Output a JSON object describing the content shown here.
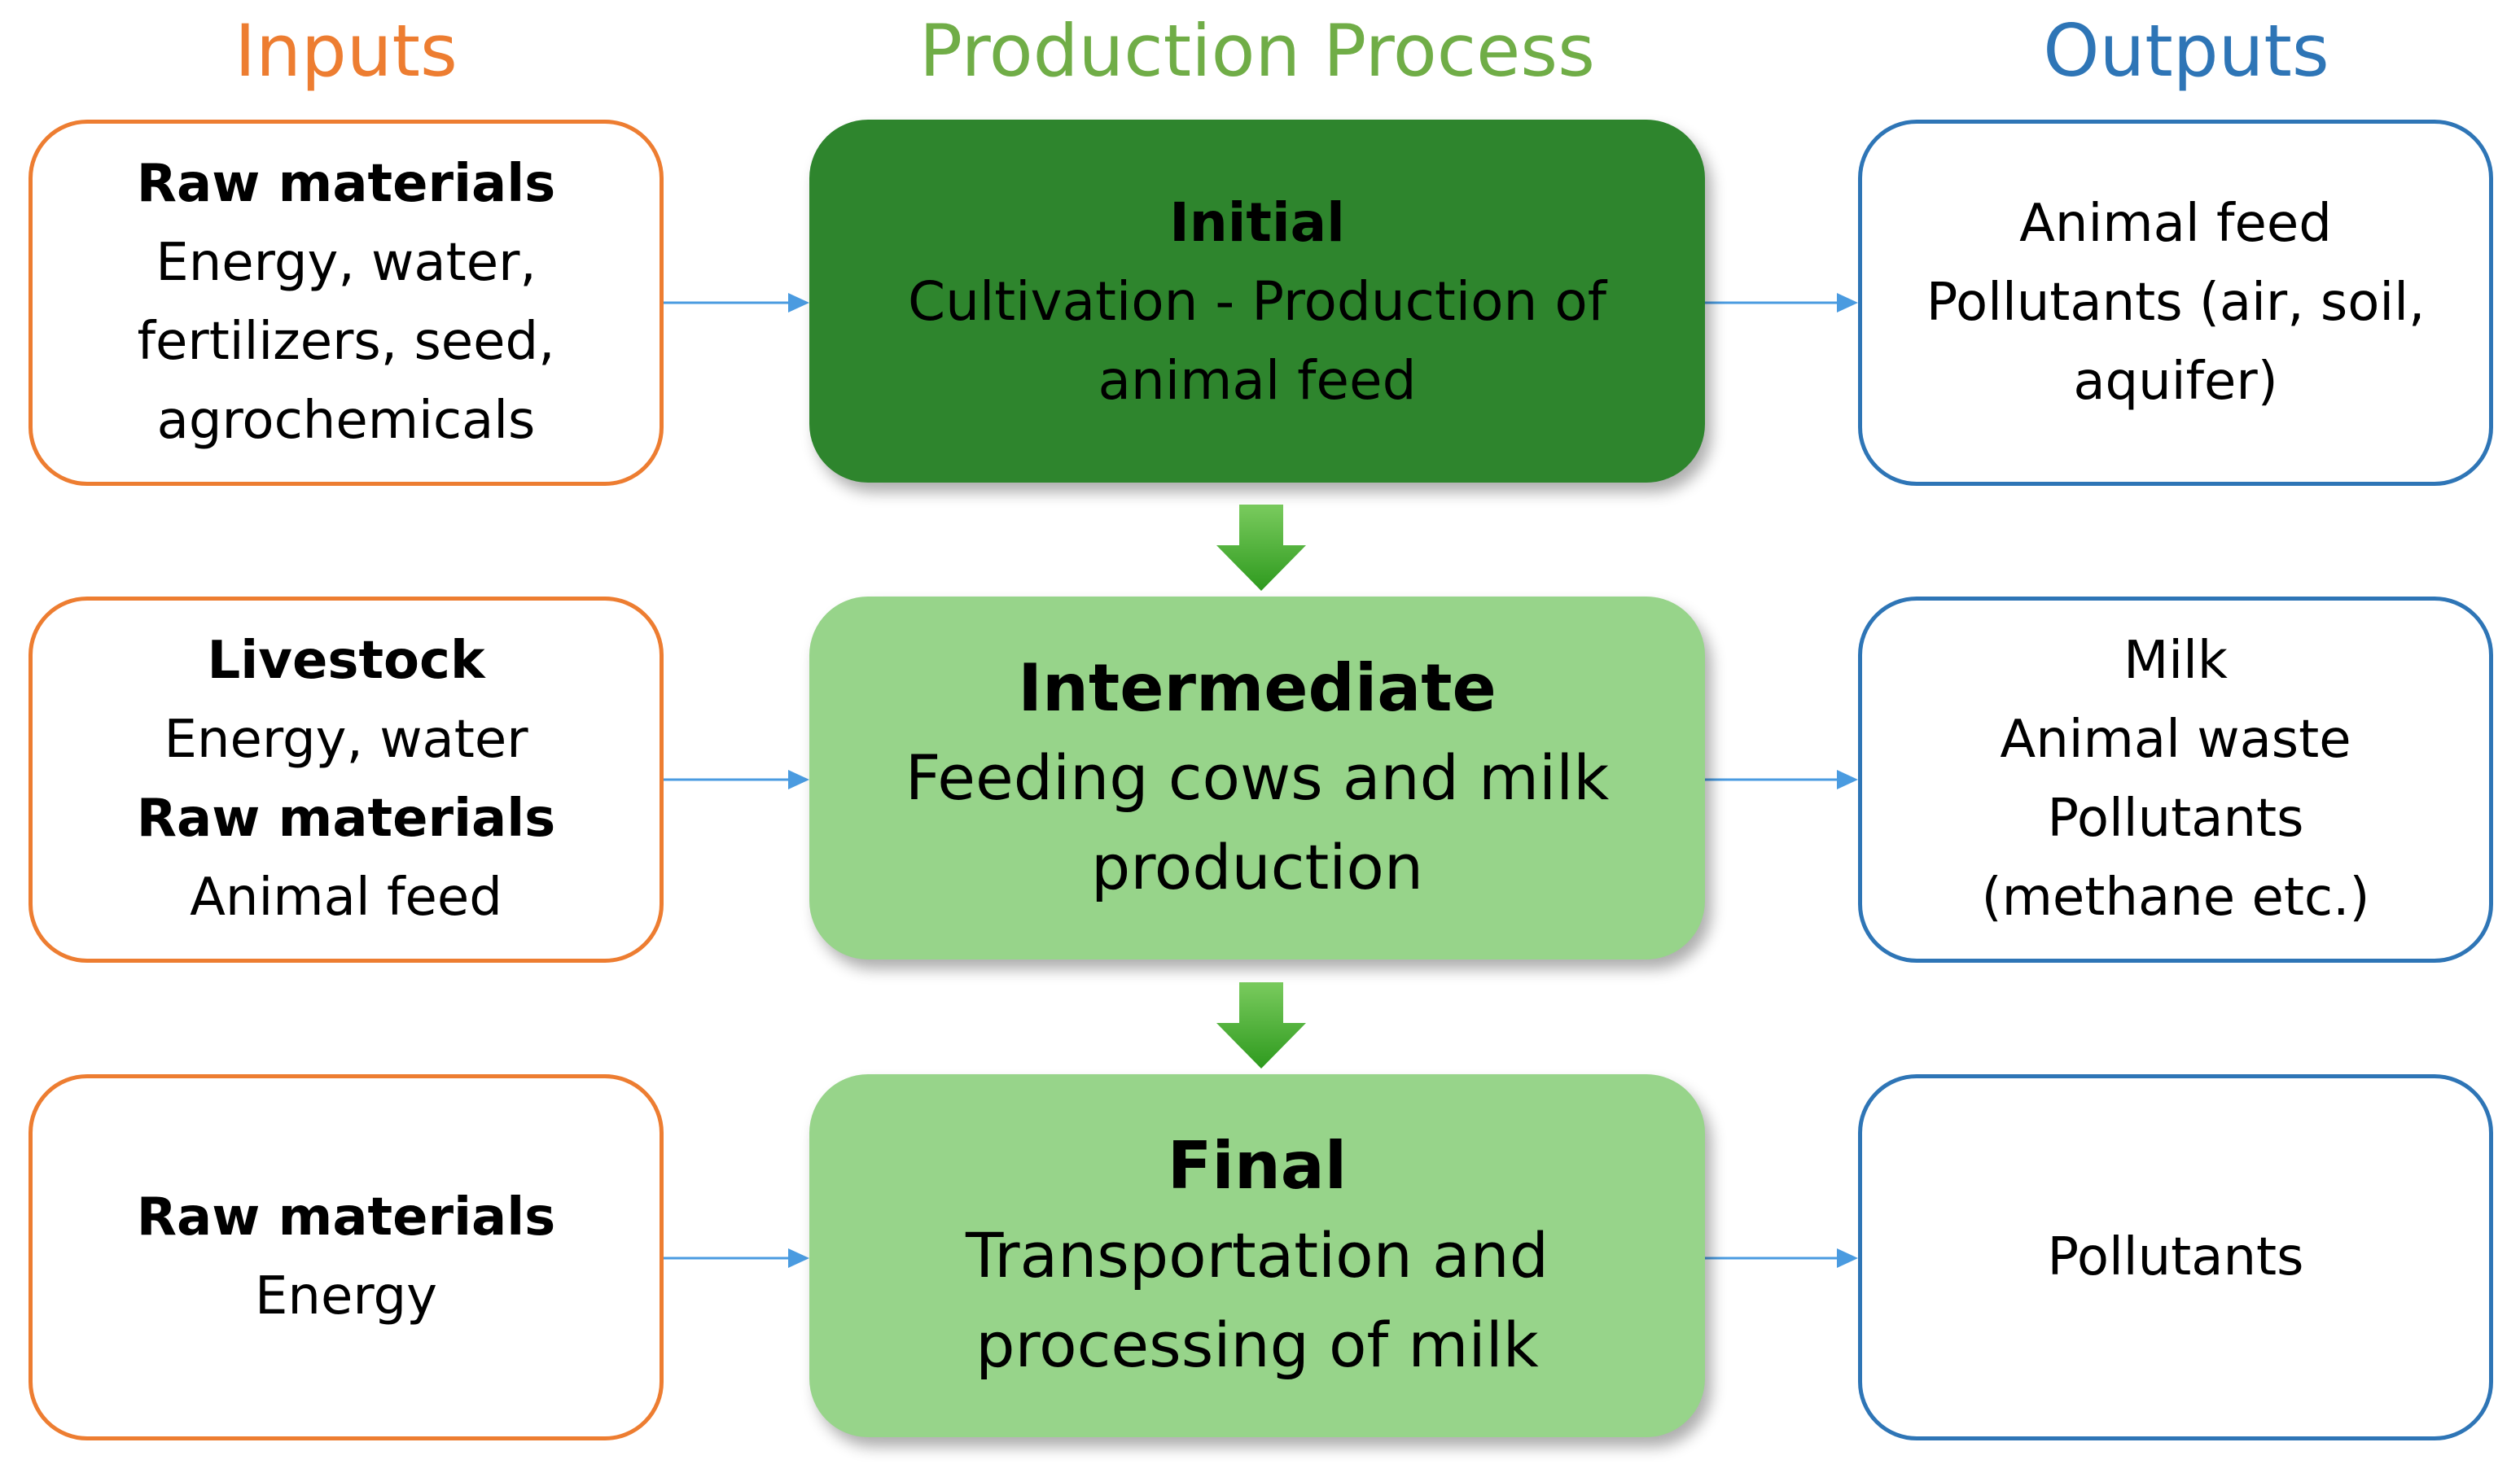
{
  "headings": {
    "inputs": "Inputs",
    "process": "Production Process",
    "outputs": "Outputs"
  },
  "rows": [
    {
      "input": {
        "lines": [
          {
            "text": "Raw materials",
            "bold": true
          },
          {
            "text": "Energy, water,",
            "bold": false
          },
          {
            "text": "fertilizers, seed,",
            "bold": false
          },
          {
            "text": "agrochemicals",
            "bold": false
          }
        ]
      },
      "stage": {
        "title": "Initial",
        "description_lines": [
          "Cultivation - Production of",
          "animal feed"
        ]
      },
      "output": {
        "lines": [
          "Animal feed",
          "Pollutants (air, soil,",
          "aquifer)"
        ]
      }
    },
    {
      "input": {
        "lines": [
          {
            "text": "Livestock",
            "bold": true
          },
          {
            "text": "Energy, water",
            "bold": false
          },
          {
            "text": "Raw materials",
            "bold": true
          },
          {
            "text": "Animal feed",
            "bold": false
          }
        ]
      },
      "stage": {
        "title": "Intermediate",
        "description_lines": [
          "Feeding cows and milk",
          "production"
        ]
      },
      "output": {
        "lines": [
          "Milk",
          "Animal waste",
          "Pollutants",
          "(methane etc.)"
        ]
      }
    },
    {
      "input": {
        "lines": [
          {
            "text": "Raw materials",
            "bold": true
          },
          {
            "text": "Energy",
            "bold": false
          }
        ]
      },
      "stage": {
        "title": "Final",
        "description_lines": [
          "Transportation and",
          "processing of milk"
        ]
      },
      "output": {
        "lines": [
          "Pollutants"
        ]
      }
    }
  ],
  "colors": {
    "inputs_accent": "#ED7D31",
    "process_accent": "#70AD47",
    "outputs_accent": "#2E75B6",
    "initial_fill": "#2E852D",
    "later_stage_fill": "#97D48A",
    "connector_arrow": "#4A9BE0",
    "flow_arrow": "#3DAA2B"
  }
}
